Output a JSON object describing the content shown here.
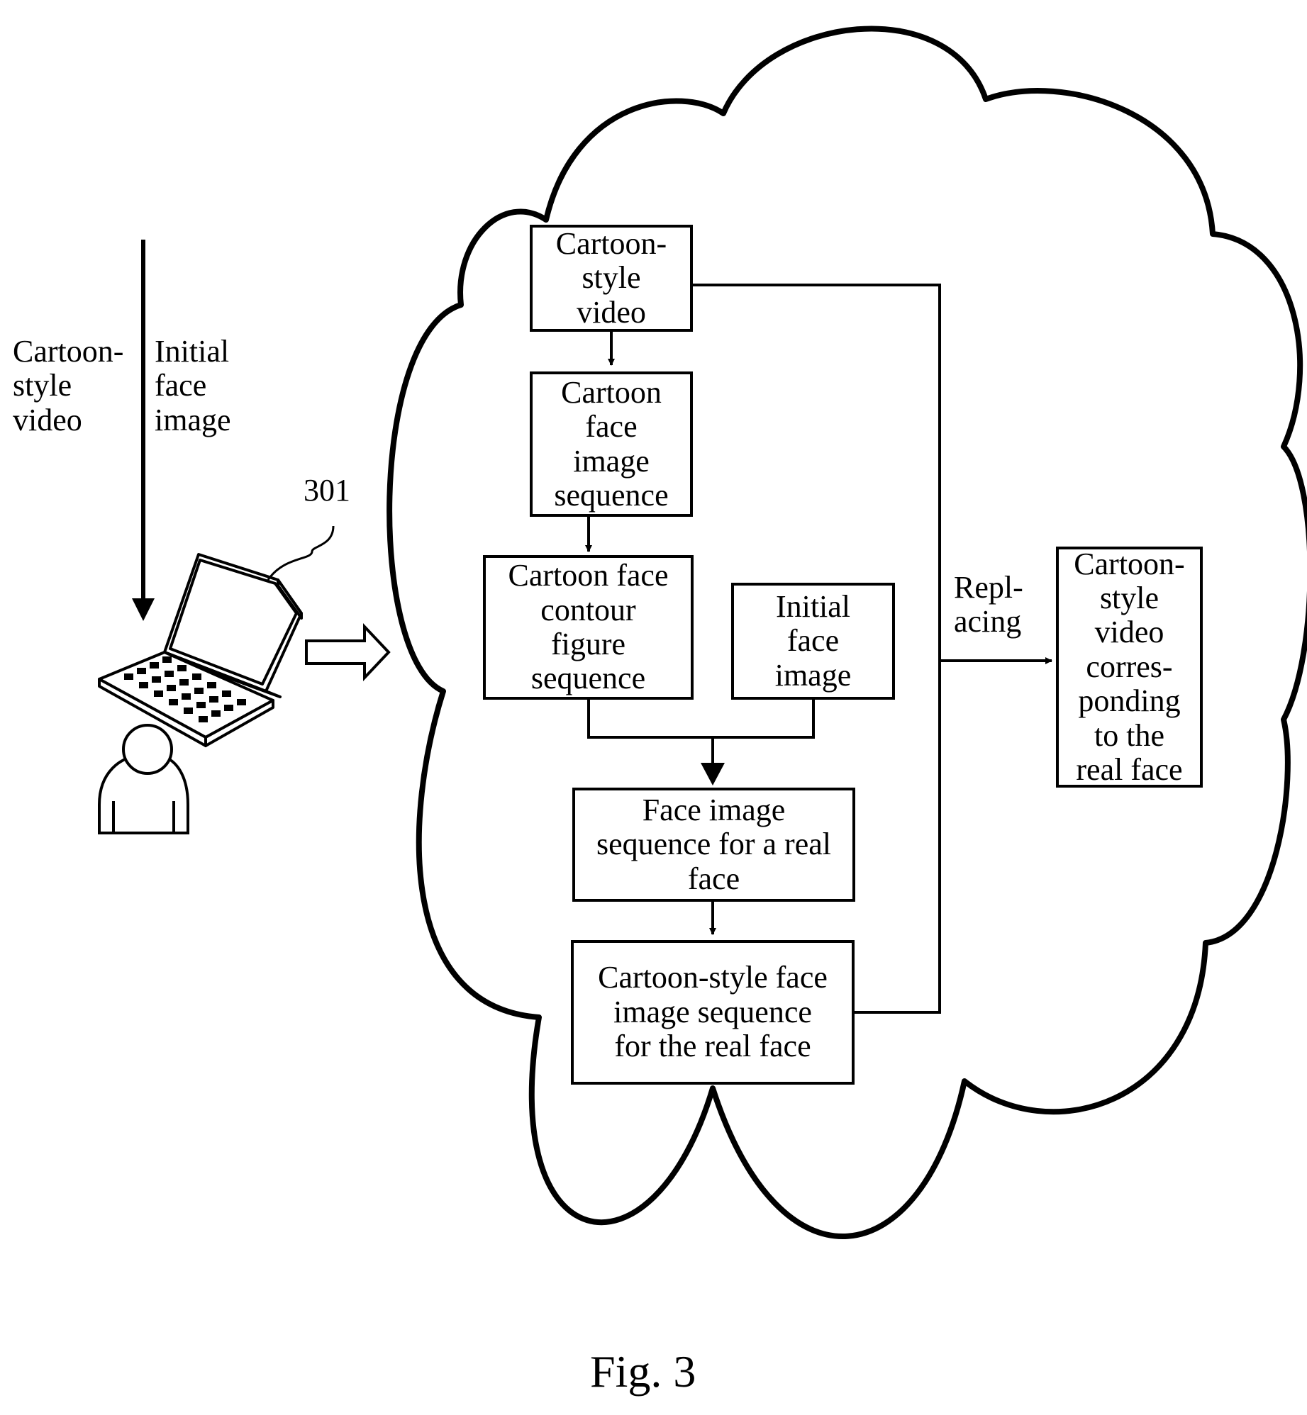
{
  "left": {
    "input_label_1": "Cartoon-\nstyle\nvideo",
    "input_label_2": "Initial\nface\nimage",
    "device_ref": "301"
  },
  "flow": {
    "box1": "Cartoon-\nstyle\nvideo",
    "box2": "Cartoon\nface\nimage\nsequence",
    "box3": "Cartoon face\ncontour\nfigure\nsequence",
    "box4": "Initial\nface\nimage",
    "box5": "Face image\nsequence for a real\nface",
    "box6": "Cartoon-style face\nimage sequence\nfor the real face",
    "box7": "Cartoon-\nstyle\nvideo\ncorres-\nponding\nto the\nreal face",
    "edge_label": "Repl-\nacing"
  },
  "caption": "Fig. 3"
}
